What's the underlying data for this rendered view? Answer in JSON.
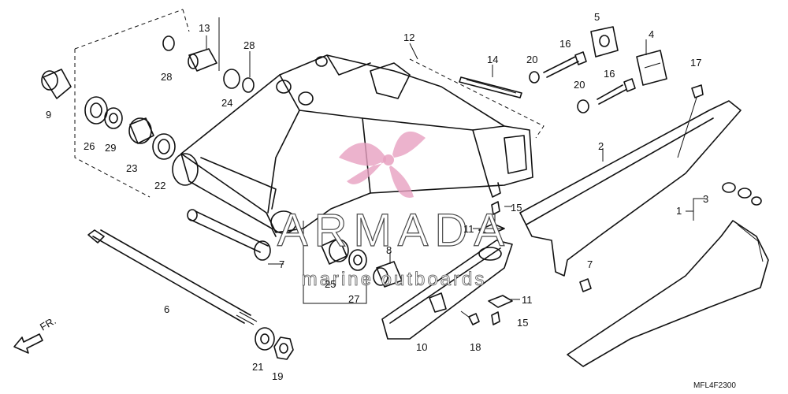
{
  "diagram": {
    "code": "MFL4F2300",
    "direction_label": "FR.",
    "watermark": {
      "brand": "ARMADA",
      "tagline": "marine outboards"
    },
    "callouts": {
      "p1": "1",
      "p2": "2",
      "p3": "3",
      "p4": "4",
      "p5": "5",
      "p6": "6",
      "p7a": "7",
      "p7b": "7",
      "p8": "8",
      "p9": "9",
      "p10": "10",
      "p11a": "11",
      "p11b": "11",
      "p12": "12",
      "p13": "13",
      "p14": "14",
      "p15a": "15",
      "p15b": "15",
      "p16a": "16",
      "p16b": "16",
      "p17": "17",
      "p18": "18",
      "p19": "19",
      "p20a": "20",
      "p20b": "20",
      "p21": "21",
      "p22": "22",
      "p23": "23",
      "p24": "24",
      "p25": "25",
      "p26": "26",
      "p27": "27",
      "p28a": "28",
      "p28b": "28",
      "p29": "29"
    }
  }
}
